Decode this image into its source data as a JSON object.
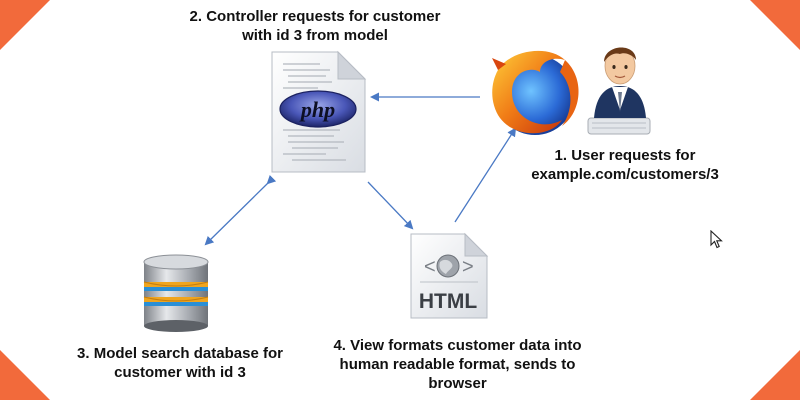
{
  "steps": {
    "step1": {
      "line1": "1. User requests for",
      "line2": "example.com/customers/3"
    },
    "step2": {
      "line1": "2. Controller requests for customer",
      "line2": "with id 3 from model"
    },
    "step3": {
      "line1": "3. Model search database for",
      "line2": "customer with id 3"
    },
    "step4": {
      "line1": "4. View formats customer data into",
      "line2": "human readable format, sends to",
      "line3": "browser"
    }
  },
  "icons": {
    "php_file": {
      "name": "php-file-icon",
      "text": "php"
    },
    "html_file": {
      "name": "html-file-icon",
      "text": "HTML"
    },
    "browser": {
      "name": "firefox-browser-icon"
    },
    "user": {
      "name": "user-at-computer-icon"
    },
    "database": {
      "name": "database-icon"
    }
  },
  "colors": {
    "accent": "#f26a3b",
    "arrow": "#4a79c4"
  }
}
